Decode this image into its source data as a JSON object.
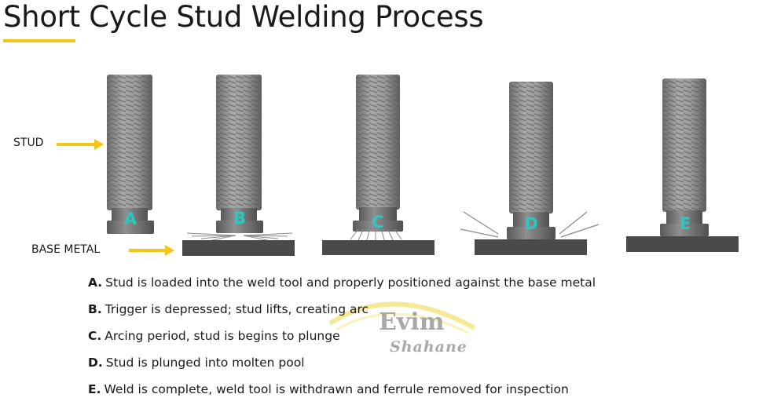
{
  "title": "Short Cycle Stud Welding Process",
  "colors": {
    "accent": "#f5c518",
    "letter": "#2ec7bf",
    "stud": "#8c8c8c",
    "base_metal": "#4a4a4a"
  },
  "labels": {
    "stud": "STUD",
    "base_metal": "BASE METAL"
  },
  "steps": [
    {
      "letter": "A",
      "prefix": "A.",
      "text": "Stud is loaded into the weld tool and properly positioned against the base metal"
    },
    {
      "letter": "B",
      "prefix": "B.",
      "text": "Trigger is depressed; stud lifts, creating arc"
    },
    {
      "letter": "C",
      "prefix": "C.",
      "text": "Arcing period, stud is begins to plunge"
    },
    {
      "letter": "D",
      "prefix": "D.",
      "text": "Stud is plunged into molten pool"
    },
    {
      "letter": "E",
      "prefix": "E.",
      "text": "Weld is complete, weld tool is withdrawn and ferrule removed for inspection"
    }
  ],
  "watermark": {
    "line1": "Evim",
    "line2": "Shahane"
  }
}
